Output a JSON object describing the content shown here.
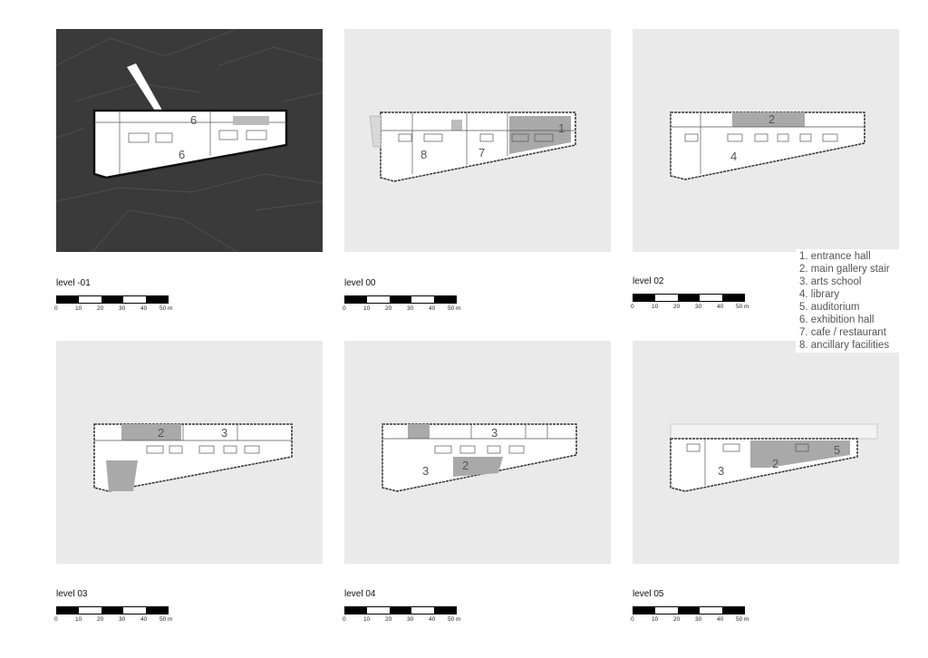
{
  "panels": [
    {
      "label": "level -01",
      "numbers": [
        "6",
        "6"
      ]
    },
    {
      "label": "level 00",
      "numbers": [
        "1",
        "8",
        "7"
      ]
    },
    {
      "label": "level 02",
      "numbers": [
        "2",
        "4"
      ]
    },
    {
      "label": "level 03",
      "numbers": [
        "2",
        "3"
      ]
    },
    {
      "label": "level 04",
      "numbers": [
        "3",
        "3",
        "2"
      ]
    },
    {
      "label": "level 05",
      "numbers": [
        "3",
        "2",
        "5"
      ]
    }
  ],
  "scale": {
    "ticks": [
      "0",
      "10",
      "20",
      "30",
      "40",
      "50 m"
    ]
  },
  "legend": {
    "items": [
      "1. entrance hall",
      "2. main gallery stair",
      "3. arts school",
      "4. library",
      "5. auditorium",
      "6. exhibition hall",
      "7. cafe / restaurant",
      "8. ancillary facilities"
    ]
  }
}
